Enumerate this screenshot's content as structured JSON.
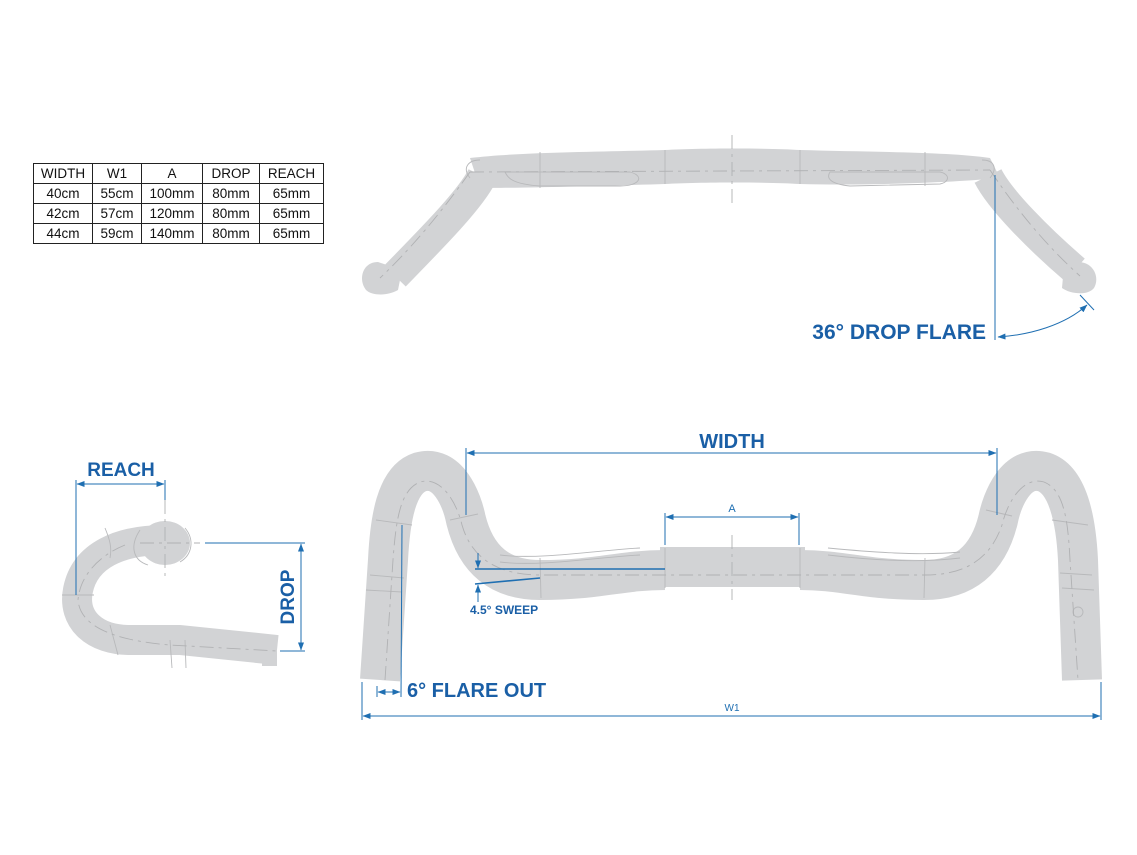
{
  "spec_table": {
    "headers": [
      "WIDTH",
      "W1",
      "A",
      "DROP",
      "REACH"
    ],
    "rows": [
      [
        "40cm",
        "55cm",
        "100mm",
        "80mm",
        "65mm"
      ],
      [
        "42cm",
        "57cm",
        "120mm",
        "80mm",
        "65mm"
      ],
      [
        "44cm",
        "59cm",
        "140mm",
        "80mm",
        "65mm"
      ]
    ]
  },
  "top_view": {
    "drop_flare_label": "36° DROP FLARE"
  },
  "side_view": {
    "reach_label": "REACH",
    "drop_label": "DROP"
  },
  "front_view": {
    "width_label": "WIDTH",
    "a_label": "A",
    "sweep_label": "4.5° SWEEP",
    "flare_out_label": "6° FLARE OUT",
    "w1_label": "W1"
  },
  "colors": {
    "dimension_blue": "#1f6fb2",
    "tube_gray": "#d2d3d5"
  }
}
